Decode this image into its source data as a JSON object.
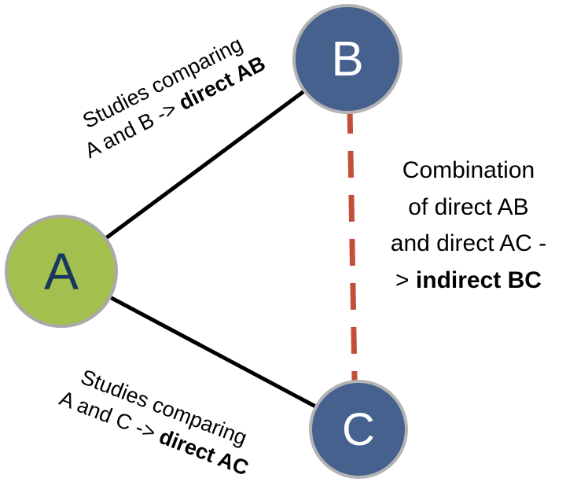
{
  "colors": {
    "node_a_fill": "#a3bf4d",
    "node_a_border": "#a9a9a9",
    "node_a_text": "#17375e",
    "node_bc_fill": "#46618e",
    "node_bc_border": "#b3b3b3",
    "node_bc_text": "#ffffff",
    "solid_edge": "#000000",
    "dashed_edge": "#c34f3b",
    "background": "#ffffff"
  },
  "nodes": {
    "a": {
      "label": "A"
    },
    "b": {
      "label": "B"
    },
    "c": {
      "label": "C"
    }
  },
  "edges": {
    "ab": {
      "line1": "Studies comparing",
      "line2_prefix": "A and B -> ",
      "line2_bold": "direct AB"
    },
    "ac": {
      "line1": "Studies comparing",
      "line2_prefix": "A and C -> ",
      "line2_bold": "direct AC"
    },
    "bc": {
      "line1": "Combination",
      "line2": "of direct AB",
      "line3": "and direct AC -",
      "line4_prefix": "> ",
      "line4_bold": "indirect BC"
    }
  }
}
